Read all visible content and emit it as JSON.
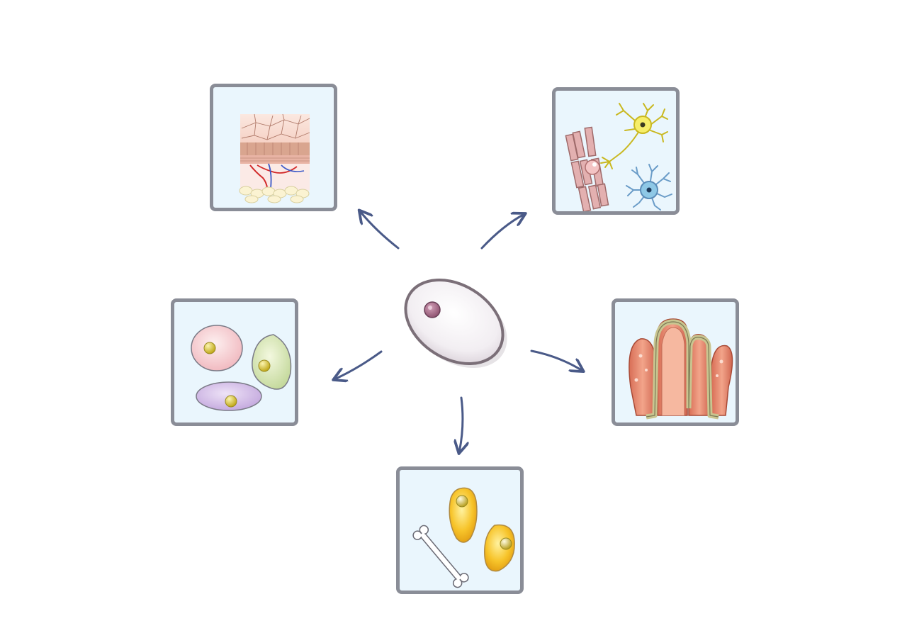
{
  "diagram": {
    "center": {
      "name": "stem-cell"
    },
    "outcomes": [
      {
        "name": "skin-tissue",
        "icon": "skin-layers-icon"
      },
      {
        "name": "nerve-muscle-cells",
        "icon": "neuron-icon"
      },
      {
        "name": "fat-cells",
        "icon": "fat-cells-icon"
      },
      {
        "name": "intestinal-villi",
        "icon": "villi-icon"
      },
      {
        "name": "bone-cells",
        "icon": "bone-icon"
      }
    ]
  },
  "colors": {
    "arrow": "#4a5a88",
    "panel_border": "#8a8d97",
    "panel_fill": "#eaf6fd"
  }
}
